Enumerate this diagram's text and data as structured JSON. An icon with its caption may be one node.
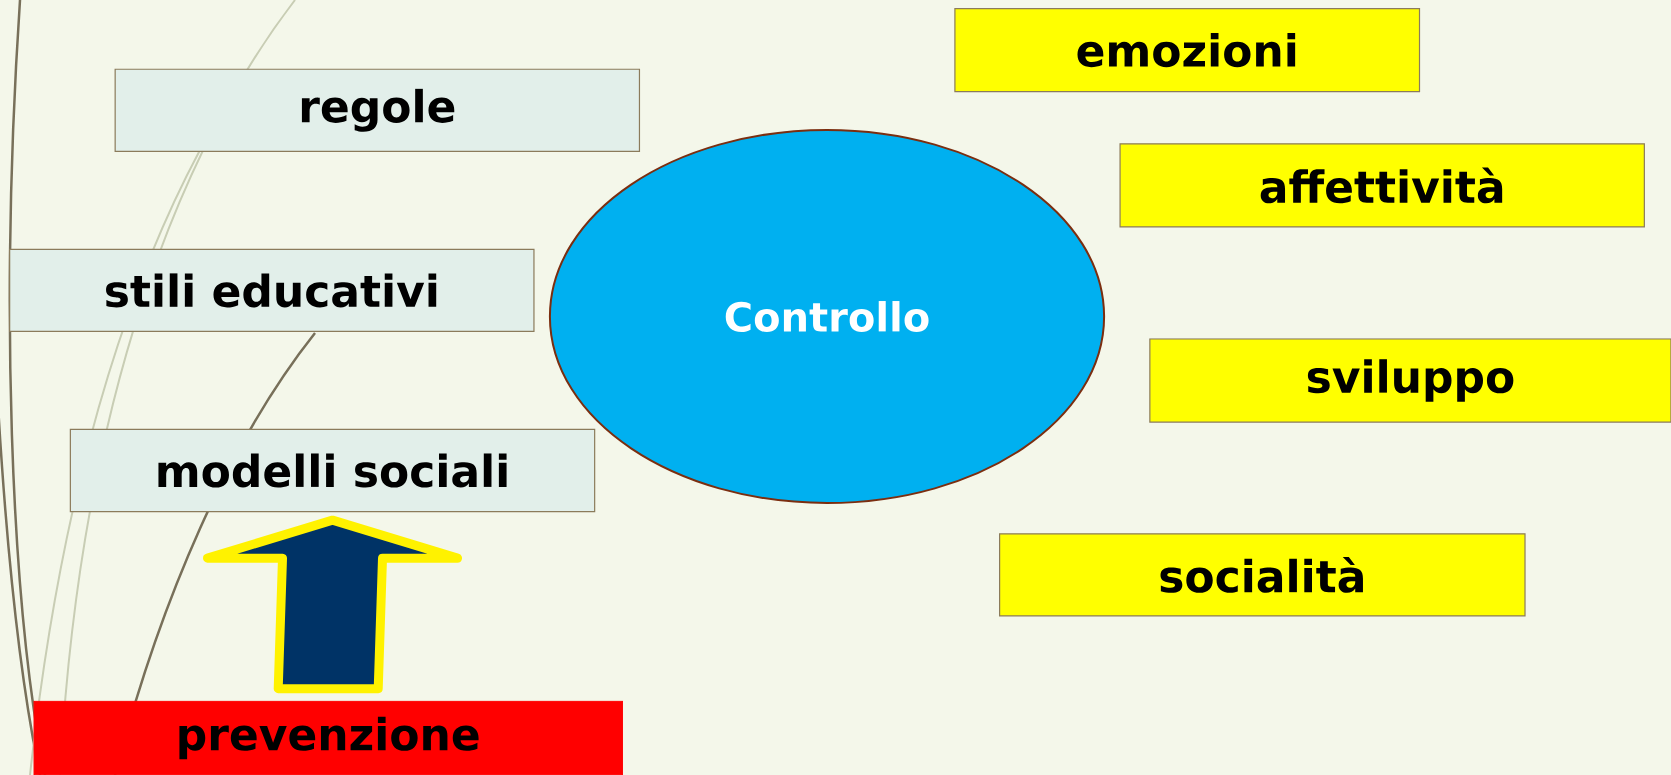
{
  "diagram": {
    "nodes": [
      {
        "text": [
          "regole"
        ]
      },
      {
        "text": [
          "stili educativi"
        ]
      },
      {
        "text": [
          "modelli sociali"
        ]
      },
      {
        "text": [
          "Controllo"
        ]
      },
      {
        "text": [
          "emozioni"
        ]
      },
      {
        "text": [
          "affettività"
        ]
      },
      {
        "text": [
          "sviluppo"
        ]
      },
      {
        "text": [
          "socialità"
        ]
      },
      {
        "text": [
          "prevenzione"
        ]
      }
    ],
    "edges": [
      {
        "from": 8,
        "to": 2,
        "arrow": "to",
        "style": "thick"
      }
    ]
  }
}
